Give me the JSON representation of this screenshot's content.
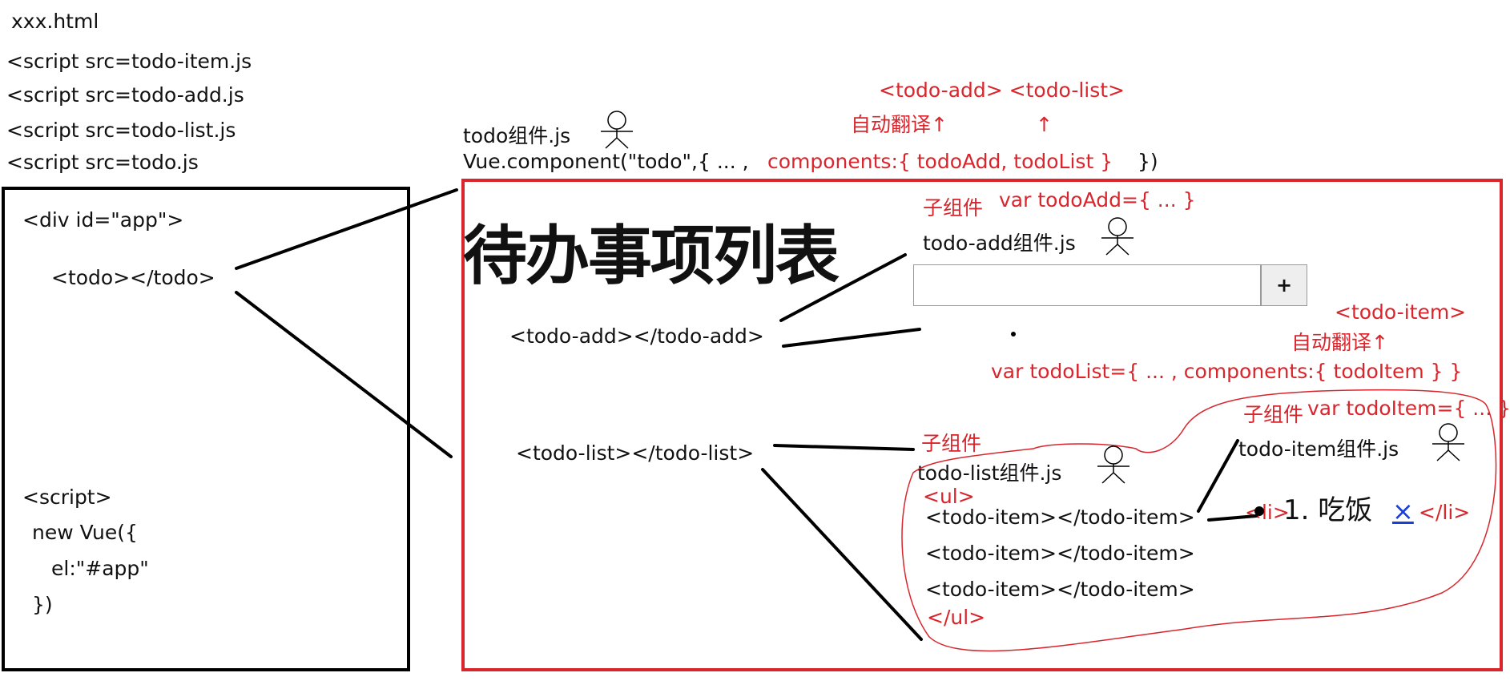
{
  "file_title": "xxx.html",
  "scripts": [
    "<script src=todo-item.js",
    "<script src=todo-add.js",
    "<script src=todo-list.js",
    "<script src=todo.js"
  ],
  "html_box": {
    "div_app": "<div id=\"app\">",
    "todo_tag": "<todo></todo>",
    "script_open": "<script>",
    "new_vue": "new Vue({",
    "el_line": "el:\"#app\"",
    "close": "})"
  },
  "todo_component": {
    "file": "todo组件.js",
    "component_call": "Vue.component(\"todo\",{ ... ,",
    "components_decl": "components:{ todoAdd, todoList }",
    "close": "})",
    "annotation_tags": "<todo-add>  <todo-list>",
    "auto_translate": "自动翻译↑",
    "arrow": "↑"
  },
  "app_panel": {
    "heading": "待办事项列表",
    "todo_add_tag": "<todo-add></todo-add>",
    "todo_list_tag": "<todo-list></todo-list>"
  },
  "todo_add": {
    "child_label": "子组件",
    "var_decl": "var todoAdd={ ... }",
    "file": "todo-add组件.js",
    "input_value": "",
    "button_label": "+"
  },
  "todo_list": {
    "tag_annotation": "<todo-item>",
    "auto_translate": "自动翻译↑",
    "var_decl": "var todoList={  ... ,  components:{ todoItem }  }",
    "child_label": "子组件",
    "file": "todo-list组件.js",
    "ul_open": "<ul>",
    "items": [
      "<todo-item></todo-item>",
      "<todo-item></todo-item>",
      "<todo-item></todo-item>"
    ],
    "ul_close": "</ul>"
  },
  "todo_item": {
    "child_label": "子组件",
    "var_decl": "var todoItem={ ... }",
    "file": "todo-item组件.js",
    "li_open": "<li>",
    "item_text": "1. 吃饭",
    "delete_label": "×",
    "li_close": "</li>"
  },
  "colors": {
    "annotation": "#d9252c",
    "link": "#1a3fd6"
  }
}
